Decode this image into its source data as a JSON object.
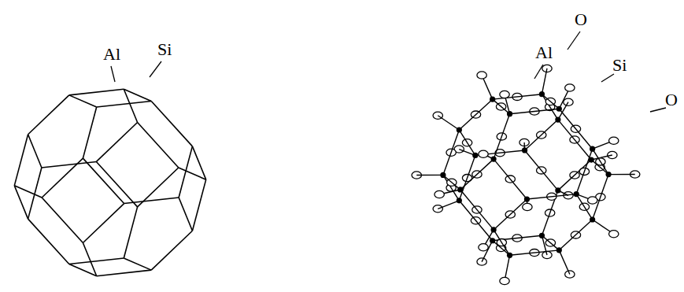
{
  "diagram": {
    "labels": [
      "Al",
      "Si",
      "O",
      "Al",
      "Si",
      "O"
    ]
  }
}
